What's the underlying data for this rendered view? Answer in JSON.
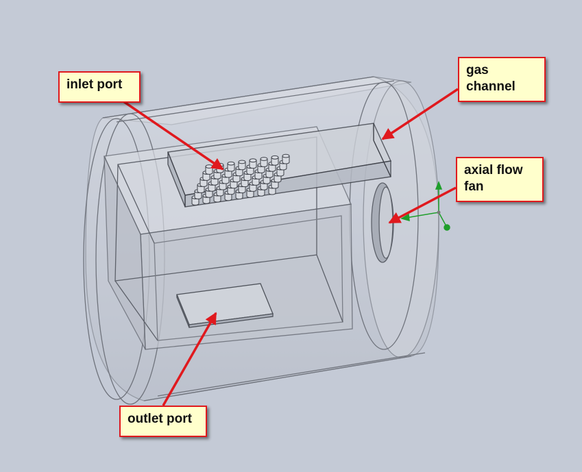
{
  "labels": {
    "inlet": "inlet port",
    "gas_channel": [
      "gas",
      "channel"
    ],
    "axial_fan": [
      "axial flow",
      "fan"
    ],
    "outlet": "outlet port"
  },
  "colors": {
    "background": "#c4cad6",
    "callout_fill": "#ffffcc",
    "callout_border": "#e0191e",
    "arrow": "#e0191e",
    "triad_axis": "#1e9e2a"
  },
  "icons": {
    "triad": "axis-triad-icon"
  }
}
